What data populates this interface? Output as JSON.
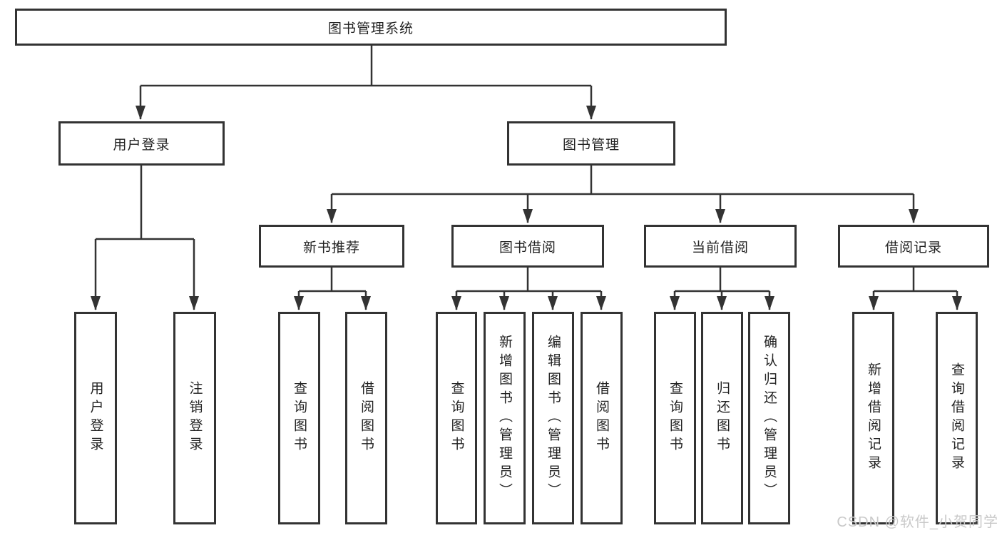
{
  "title": "图书管理系统",
  "watermark": "CSDN @软件_小贺同学",
  "colors": {
    "line": "#333333",
    "box_border": "#333333",
    "box_background": "#ffffff",
    "text": "#222222",
    "watermark": "#c9c9c9",
    "page_background": "#ffffff"
  },
  "tree": {
    "label": "图书管理系统",
    "children": [
      {
        "label": "用户登录",
        "children": [
          {
            "label": "用户登录"
          },
          {
            "label": "注销登录"
          }
        ]
      },
      {
        "label": "图书管理",
        "children": [
          {
            "label": "新书推荐",
            "children": [
              {
                "label": "查询图书"
              },
              {
                "label": "借阅图书"
              }
            ]
          },
          {
            "label": "图书借阅",
            "children": [
              {
                "label": "查询图书"
              },
              {
                "label": "新增图书（管理员）"
              },
              {
                "label": "编辑图书（管理员）"
              },
              {
                "label": "借阅图书"
              }
            ]
          },
          {
            "label": "当前借阅",
            "children": [
              {
                "label": "查询图书"
              },
              {
                "label": "归还图书"
              },
              {
                "label": "确认归还（管理员）"
              }
            ]
          },
          {
            "label": "借阅记录",
            "children": [
              {
                "label": "新增借阅记录"
              },
              {
                "label": "查询借阅记录"
              }
            ]
          }
        ]
      }
    ]
  }
}
